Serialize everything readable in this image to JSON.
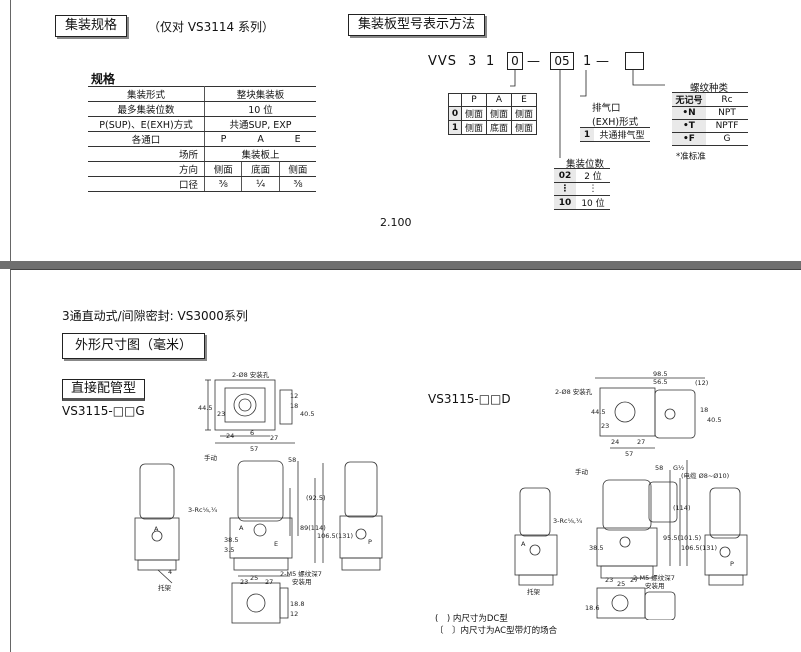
{
  "top": {
    "spec_tab": "集装规格",
    "spec_subtitle": "（仅对 VS3114 系列）",
    "order_tab": "集装板型号表示方法",
    "spec_heading": "规格",
    "spec_rows": [
      {
        "k": "集装形式",
        "v": "整块集装板"
      },
      {
        "k": "最多集装位数",
        "v": "10 位"
      },
      {
        "k": "P(SUP)、E(EXH)方式",
        "v": "共通SUP, EXP"
      }
    ],
    "ports_row": {
      "k": "各通口",
      "c1": "P",
      "c2": "A",
      "c3": "E"
    },
    "place_row": {
      "k": "场所",
      "v": "集装板上"
    },
    "dir_row": {
      "k": "方向",
      "c1": "侧面",
      "c2": "底面",
      "c3": "侧面"
    },
    "bore_row": {
      "k": "口径",
      "c1": "⅜",
      "c2": "¼",
      "c3": "⅜"
    },
    "page_no": "2.100"
  },
  "model": {
    "code_prefix": "VVS",
    "code_digits": [
      "3",
      "1"
    ],
    "box1": "0",
    "dash": "—",
    "box2": "05",
    "after": "1",
    "pae_table": {
      "head": [
        "",
        "P",
        "A",
        "E"
      ],
      "rows": [
        [
          "0",
          "侧面",
          "侧面",
          "侧面"
        ],
        [
          "1",
          "侧面",
          "底面",
          "侧面"
        ]
      ]
    },
    "exh_label_1": "排气口",
    "exh_label_2": "(EXH)形式",
    "exh_row": {
      "code": "1",
      "text": "共通排气型"
    },
    "stations_label": "集装位数",
    "stations_rows": [
      [
        "02",
        "2 位"
      ],
      [
        "⋮",
        "⋮"
      ],
      [
        "10",
        "10 位"
      ]
    ],
    "thread_label": "螺纹种类",
    "thread_table": {
      "head": [
        "无记号",
        "Rc"
      ],
      "rows": [
        [
          "•N",
          "NPT"
        ],
        [
          "•T",
          "NPTF"
        ],
        [
          "•F",
          "G"
        ]
      ]
    },
    "thread_note": "*准标准"
  },
  "bottom": {
    "series_title": "3通直动式/间隙密封: VS3000系列",
    "dim_tab": "外形尺寸图（毫米）",
    "pipe_tab": "直接配管型",
    "model_g": "VS3115-□□G",
    "model_d": "VS3115-□□D",
    "note_dc": "(　) 内尺寸为DC型",
    "note_ac": "〔　〕内尺寸为AC型带灯的场合",
    "labels": {
      "mount_holes": "2-Ø8 安装孔",
      "manual": "手动",
      "port_thread": "3-Rc⅛,¼",
      "bracket": "托架",
      "m5": "2-M5 螺纹深7",
      "mount": "安装用",
      "gs": "G½",
      "cable": "(电缆 Ø8~Ø10)",
      "port_a": "A",
      "port_p": "P",
      "port_e": "E"
    },
    "dims_left": [
      "44.5",
      "23",
      "12",
      "18",
      "40.5",
      "24",
      "6",
      "27",
      "57",
      "58",
      "38.5",
      "3.5",
      "23",
      "27",
      "89(114)",
      "(92.5)",
      "106.5(131)",
      "25",
      "18.8",
      "12",
      "4"
    ],
    "dims_right": [
      "98.5",
      "56.5",
      "(12)",
      "44.5",
      "23",
      "18",
      "40.5",
      "24",
      "27",
      "57",
      "58",
      "38.5",
      "23",
      "27",
      "95.5(101.5)",
      "(114)",
      "106.5(131)",
      "25",
      "18.6"
    ]
  }
}
